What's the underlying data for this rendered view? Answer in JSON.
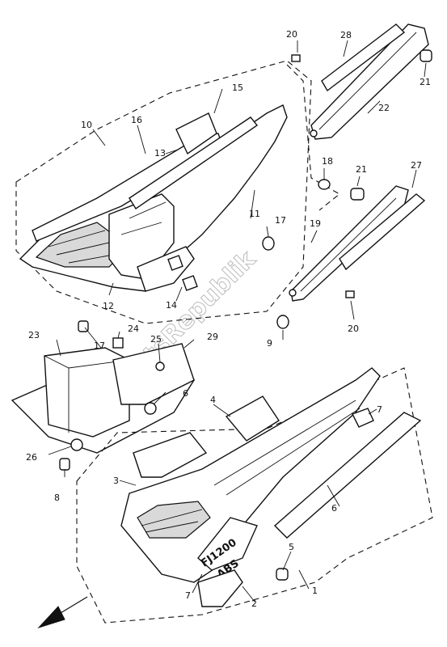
{
  "callouts": {
    "c1": "1",
    "c2": "2",
    "c3": "3",
    "c4": "4",
    "c5": "5",
    "c6a": "6",
    "c6b": "6",
    "c7a": "7",
    "c7b": "7",
    "c8": "8",
    "c9": "9",
    "c10": "10",
    "c11": "11",
    "c12": "12",
    "c13": "13",
    "c14": "14",
    "c15": "15",
    "c16": "16",
    "c17a": "17",
    "c17b": "17",
    "c18": "18",
    "c19": "19",
    "c20a": "20",
    "c20b": "20",
    "c21a": "21",
    "c21b": "21",
    "c22": "22",
    "c23": "23",
    "c24": "24",
    "c25": "25",
    "c26": "26",
    "c27": "27",
    "c28": "28",
    "c29": "29"
  },
  "cover_badge": {
    "model": "FJ1200",
    "sub": "ABS"
  },
  "watermark": "PartsRepublik",
  "colors": {
    "ink": "#111111",
    "paper": "#ffffff"
  }
}
